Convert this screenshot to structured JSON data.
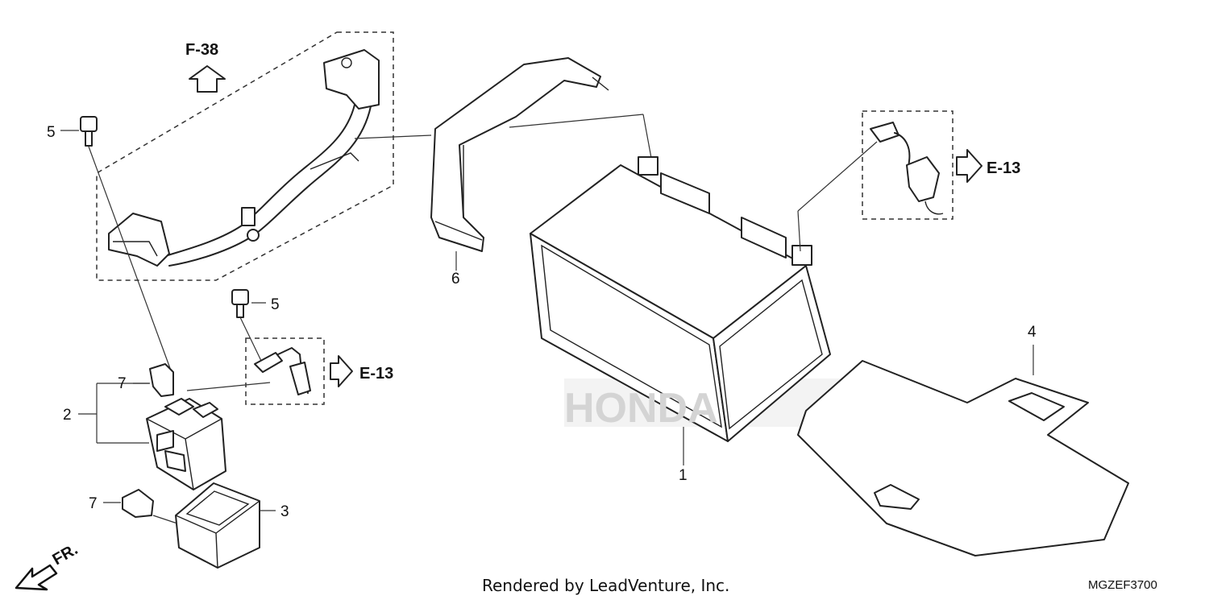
{
  "diagram": {
    "watermark": "HONDA",
    "callouts": {
      "battery": "1",
      "relay": "2",
      "relay_cover": "3",
      "tray_plate": "4",
      "bolt_top": "5",
      "bolt_mid": "5",
      "battery_band": "6",
      "fuse_top": "7",
      "fuse_bottom": "7"
    },
    "references": {
      "top": "F-38",
      "right": "E-13",
      "mid": "E-13"
    },
    "direction_label": "FR.",
    "credit": "Rendered by LeadVenture, Inc.",
    "code": "MGZEF3700"
  }
}
